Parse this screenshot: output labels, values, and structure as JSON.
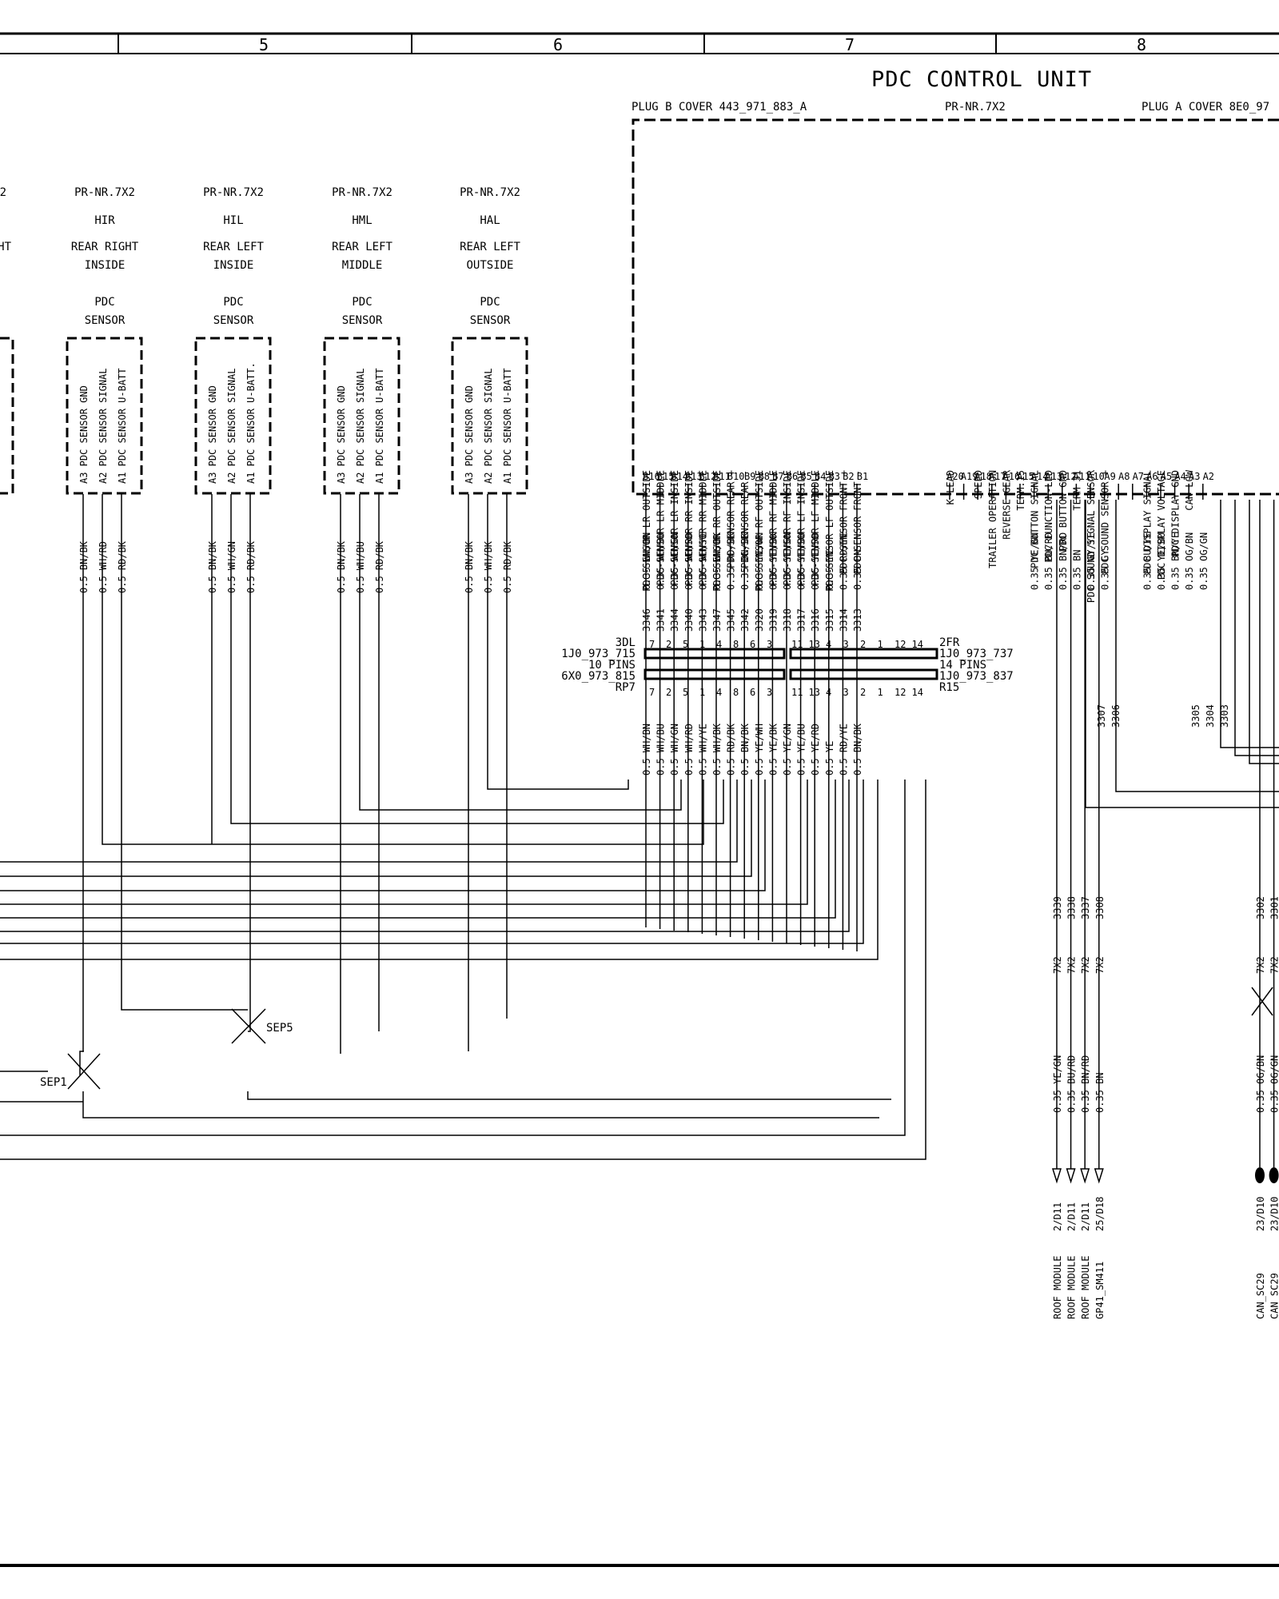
{
  "header": {
    "zones": [
      "5",
      "6",
      "7",
      "8"
    ]
  },
  "control_unit": {
    "title": "PDC CONTROL UNIT",
    "plug_b": "PLUG B  COVER 443_971_883_A",
    "pr_nr": "PR-NR.7X2",
    "plug_a": "PLUG A COVER 8E0_97",
    "pins_b": [
      {
        "pin": "B16",
        "func": "PDC-SENSOR  LR OUTSIDE",
        "wire": "0.35 WH/BN",
        "circuit": "3346"
      },
      {
        "pin": "B15",
        "func": "PDC-SENSOR  LR MIDDLE",
        "wire": "0.35 WH/BU",
        "circuit": "3341"
      },
      {
        "pin": "B14",
        "func": "PDC-SENSOR  LR INSIDE",
        "wire": "0.35 WH/GN",
        "circuit": "3344"
      },
      {
        "pin": "B13",
        "func": "PDC-SENSOR  RR INSIDE",
        "wire": "0.35 WH/RD",
        "circuit": "3340"
      },
      {
        "pin": "B12",
        "func": "PDC-SENSOR  RR MIDDLE",
        "wire": "0.35 WH/YE",
        "circuit": "3343"
      },
      {
        "pin": "B11",
        "func": "PDC-SENSOR  RR OUTSIDE",
        "wire": "0.35 WH/BK",
        "circuit": "3347"
      },
      {
        "pin": "B10",
        "func": "PDC-SENSOR  REAR +",
        "wire": "0.35 RD/BK",
        "circuit": "3345"
      },
      {
        "pin": "B9",
        "func": "PDC-SENSOR  REAR -",
        "wire": "0.35 BN/BK",
        "circuit": "3342"
      },
      {
        "pin": "B8",
        "func": "PDC-SENSOR  RF OUTSIDE",
        "wire": "0.35 YE/WH",
        "circuit": "3320"
      },
      {
        "pin": "B7",
        "func": "PDC-SENSOR  RF MIDDLE",
        "wire": "0.35 YE/BK",
        "circuit": "3319"
      },
      {
        "pin": "B6",
        "func": "PDC-SENSOR  RF INSIDE",
        "wire": "0.35 YE/GN",
        "circuit": "3318"
      },
      {
        "pin": "B5",
        "func": "PDC-SENSOR  LF INSIDE",
        "wire": "0.35 YE/BU",
        "circuit": "3317"
      },
      {
        "pin": "B4",
        "func": "PDC-SENSOR  LF MIDDLE",
        "wire": "0.35 YE/RD",
        "circuit": "3316"
      },
      {
        "pin": "B3",
        "func": "PDC-SENSOR  LF OUTSIDE",
        "wire": "0.35 YE",
        "circuit": "3315"
      },
      {
        "pin": "B2",
        "func": "PDC-SENSOR  FRONT +",
        "wire": "0.35 RD/YE",
        "circuit": "3314"
      },
      {
        "pin": "B1",
        "func": "PDC-SENSOR  FRONT -",
        "wire": "0.35 BN",
        "circuit": "3313"
      }
    ],
    "pins_a": [
      {
        "pin": "A20",
        "func": "K LEAD",
        "wire": "",
        "circuit": ""
      },
      {
        "pin": "A19",
        "func": "",
        "wire": "",
        "circuit": ""
      },
      {
        "pin": "A18",
        "func": "SPEED",
        "wire": "",
        "circuit": ""
      },
      {
        "pin": "A17",
        "func": "TRAILER OPERATION",
        "wire": "",
        "circuit": ""
      },
      {
        "pin": "A16",
        "func": "REVERSE GEAR",
        "wire": "",
        "circuit": ""
      },
      {
        "pin": "A15",
        "func": "TERM.15",
        "wire": "",
        "circuit": ""
      },
      {
        "pin": "A14",
        "func": "PDC BUTTON SIGNAL",
        "wire": "0.35 YE/GN",
        "circuit": "3339"
      },
      {
        "pin": "A13",
        "func": "PDC FUNCTION-LED",
        "wire": "0.35 BU/RD",
        "circuit": "3338"
      },
      {
        "pin": "A12",
        "func": "PDC BUTTON GND",
        "wire": "0.35 BN/RD",
        "circuit": "3337"
      },
      {
        "pin": "A11",
        "func": "TERM 31",
        "wire": "0.35 BN",
        "circuit": "3308"
      },
      {
        "pin": "A10",
        "func": "PDC SOUND SIGNAL SENSOR",
        "wire": "0.35 GY/YE",
        "circuit": "3307"
      },
      {
        "pin": "A9",
        "func": "PDC SOUND SENSOR +",
        "wire": "0.35 GY",
        "circuit": "3306"
      },
      {
        "pin": "A8",
        "func": "",
        "wire": "",
        "circuit": ""
      },
      {
        "pin": "A7",
        "func": "",
        "wire": "",
        "circuit": ""
      },
      {
        "pin": "A6",
        "func": "PDC DISPLAY SIGNAL",
        "wire": "0.35 BU/YE",
        "circuit": "3305"
      },
      {
        "pin": "A5",
        "func": "PDC DISPLAY VOLTAGE",
        "wire": "0.35 YE/BU",
        "circuit": "3304"
      },
      {
        "pin": "A4",
        "func": "PDC DISPLAY GND",
        "wire": "0.35 BN/YE",
        "circuit": "3303"
      },
      {
        "pin": "A3",
        "func": "CAN LOW",
        "wire": "0.35 OG/BN",
        "circuit": ""
      },
      {
        "pin": "A2",
        "func": "",
        "wire": "0.35 OG/GN",
        "circuit": ""
      }
    ]
  },
  "sensors": [
    {
      "pr": "PR-NR.7X2",
      "code": "HIR",
      "pos": "REAR RIGHT",
      "pos2": "INSIDE",
      "type": "PDC",
      "type2": "SENSOR",
      "pins": [
        "A3 PDC SENSOR GND",
        "A2 PDC SENSOR SIGNAL",
        "A1 PDC SENSOR U-BATT"
      ],
      "wires": [
        "0.5 BN/BK",
        "0.5 WH/RD",
        "0.5 RD/BK"
      ]
    },
    {
      "pr": "PR-NR.7X2",
      "code": "HIL",
      "pos": "REAR LEFT",
      "pos2": "INSIDE",
      "type": "PDC",
      "type2": "SENSOR",
      "pins": [
        "A3 PDC SENSOR GND",
        "A2 PDC SENSOR SIGNAL",
        "A1 PDC SENSOR U-BATT."
      ],
      "wires": [
        "0.5 BN/BK",
        "0.5 WH/GN",
        "0.5 RD/BK"
      ]
    },
    {
      "pr": "PR-NR.7X2",
      "code": "HML",
      "pos": "REAR LEFT",
      "pos2": "MIDDLE",
      "type": "PDC",
      "type2": "SENSOR",
      "pins": [
        "A3 PDC SENSOR GND",
        "A2 PDC SENSOR SIGNAL",
        "A1 PDC SENSOR U-BATT"
      ],
      "wires": [
        "0.5 BN/BK",
        "0.5 WH/BU",
        "0.5 RD/BK"
      ]
    },
    {
      "pr": "PR-NR.7X2",
      "code": "HAL",
      "pos": "REAR LEFT",
      "pos2": "OUTSIDE",
      "type": "PDC",
      "type2": "SENSOR",
      "pins": [
        "A3 PDC SENSOR GND",
        "A2 PDC SENSOR SIGNAL",
        "A1 PDC SENSOR U-BATT"
      ],
      "wires": [
        "0.5 BN/BK",
        "0.5 WH/BK",
        "0.5 RD/BK"
      ]
    }
  ],
  "partial_left": {
    "pr": "2",
    "pos": "HT"
  },
  "connectors": {
    "left": {
      "name": "3DL",
      "part": "1J0_973_715",
      "pins": "10 PINS",
      "mate": "6X0_973_815",
      "mate_name": "RP7",
      "top_pins": [
        "7",
        "2",
        "5",
        "1",
        "4",
        "8",
        "6",
        "3"
      ],
      "bot_pins": [
        "7",
        "2",
        "5",
        "1",
        "4",
        "8",
        "6",
        "3"
      ]
    },
    "right": {
      "name": "2FR",
      "part": "1J0_973_737",
      "pins": "14 PINS",
      "mate": "1J0_973_837",
      "mate_name": "R15",
      "top_pins": [
        "11",
        "13",
        "4",
        "3",
        "2",
        "1",
        "12",
        "14"
      ],
      "bot_pins": [
        "11",
        "13",
        "4",
        "3",
        "2",
        "1",
        "12",
        "14"
      ]
    }
  },
  "harness_wires": [
    "0.5 WH/BN",
    "0.5 WH/BU",
    "0.5 WH/GN",
    "0.5 WH/RD",
    "0.5 WH/YE",
    "0.5 WH/BK",
    "0.5 RD/BK",
    "0.5 BN/BK",
    "0.5 YE/WH",
    "0.5 YE/BK",
    "0.5 YE/GN",
    "0.5 YE/BU",
    "0.5 YE/RD",
    "0.5 YE",
    "0.5 RD/YE",
    "0.5 BN/BK"
  ],
  "splices": [
    "SEP5",
    "SEP1"
  ],
  "right_circuits_top": [
    "3307",
    "3306",
    "3305",
    "3304",
    "3303"
  ],
  "roof": [
    {
      "circuit": "3339",
      "pr": "7X2",
      "wire": "0.35 YE/GN",
      "ref": "2/D11",
      "dest": "ROOF MODULE"
    },
    {
      "circuit": "3338",
      "pr": "7X2",
      "wire": "0.35 BU/RD",
      "ref": "2/D11",
      "dest": "ROOF MODULE"
    },
    {
      "circuit": "3337",
      "pr": "7X2",
      "wire": "0.35 BN/RD",
      "ref": "2/D11",
      "dest": "ROOF MODULE"
    },
    {
      "circuit": "3308",
      "pr": "7X2",
      "wire": "0.35 BN",
      "ref": "25/D18",
      "dest": "GP41_SM411"
    }
  ],
  "can": [
    {
      "circuit": "3302",
      "pr": "7X2",
      "wire": "0.35 OG/BN",
      "ref": "23/D10",
      "dest": "CAN_SC29"
    },
    {
      "circuit": "3301",
      "pr": "7X2",
      "wire": "0.35 OG/GN",
      "ref": "23/D10",
      "dest": "CAN_SC29"
    }
  ]
}
